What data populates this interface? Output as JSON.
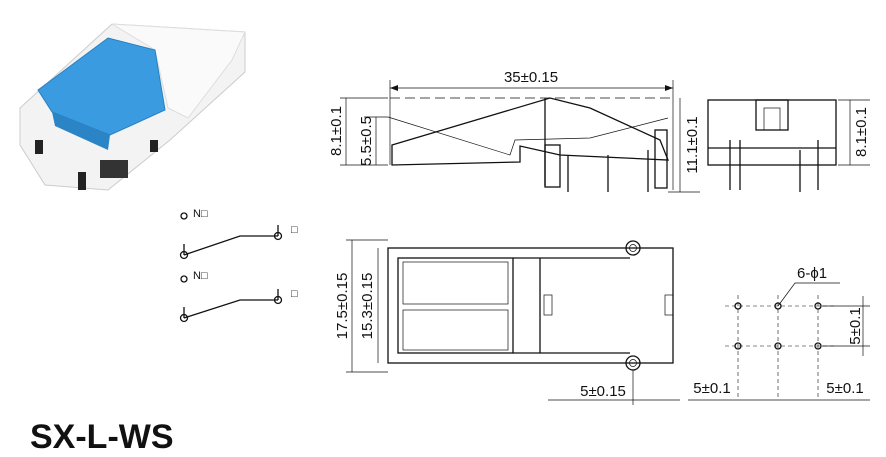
{
  "title": "SX-L-WS",
  "schematic": {
    "no_label_1": "N□",
    "c_label_1": "□",
    "no_label_2": "N□",
    "c_label_2": "□"
  },
  "side_view": {
    "length": "35±0.15",
    "height": "8.1±0.1",
    "actuator_height": "5.5±0.5",
    "total_height": "11.1±0.1"
  },
  "end_view": {
    "height": "8.1±0.1"
  },
  "top_view": {
    "outer_width": "17.5±0.15",
    "inner_width": "15.3±0.15",
    "offset": "5±0.15"
  },
  "pcb_layout": {
    "holes": "6-ϕ1",
    "pitch_y": "5±0.1",
    "pitch_x_left": "5±0.1",
    "pitch_x_right": "5±0.1"
  },
  "colors": {
    "actuator": "#3a9be0",
    "body": "#f2f2f2"
  }
}
